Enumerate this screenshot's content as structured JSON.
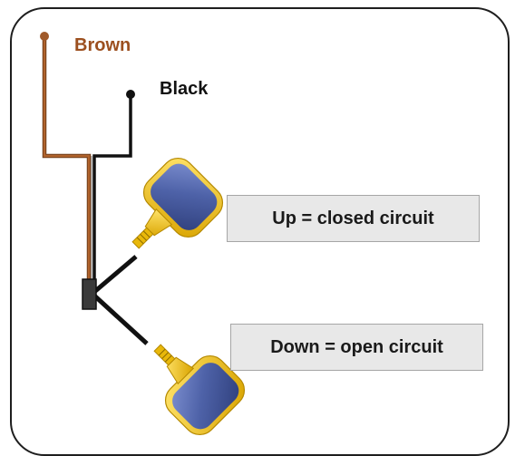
{
  "wires": {
    "brown": {
      "label": "Brown",
      "color": "#9c4f1f"
    },
    "black": {
      "label": "Black",
      "color": "#111111"
    }
  },
  "float_switch": {
    "body_color": "#4e62a8",
    "housing_color": "#f0c419"
  },
  "states": {
    "up": {
      "label": "Up = closed circuit"
    },
    "down": {
      "label": "Down = open circuit"
    }
  }
}
